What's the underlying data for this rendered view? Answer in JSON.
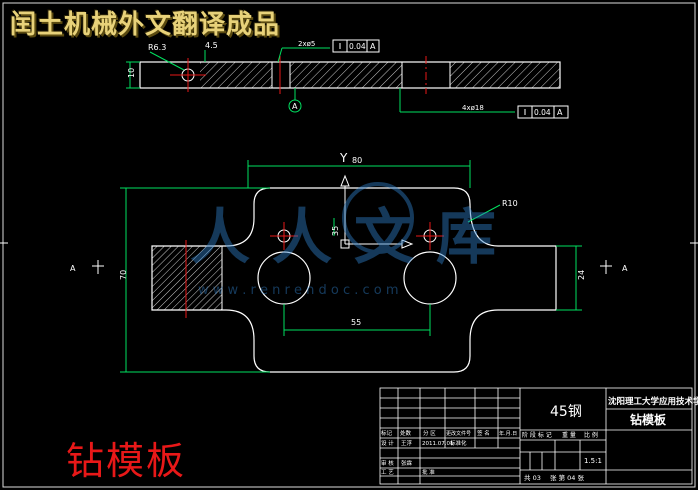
{
  "header_watermark": "闰土机械外文翻译成品",
  "drawing_title_large": "钻模板",
  "center_watermark": {
    "cn": "人人文库",
    "url": "w w w . r e n r e n d o c . c o m"
  },
  "dimensions": {
    "r_small": "R6.3",
    "dim_4_5": "4.5",
    "thickness": "10",
    "dim_2x": "2xø5",
    "tol_top": "0.04",
    "datum_a": "A",
    "dim_4x18": "4xø18",
    "tol_right": "0.04",
    "axis_y": "Y",
    "width_80": "80",
    "r_corner": "R10",
    "dim_35": "35",
    "dim_70": "70",
    "dim_24": "24",
    "dim_55": "55",
    "section_a_left": "A",
    "section_a_right": "A",
    "hole_fit": "ø18"
  },
  "title_block": {
    "material": "45钢",
    "school": "沈阳理工大学应用技术学院",
    "part_name": "钻模板",
    "scale": "1.5:1",
    "sheets_total": "共 03",
    "sheet_no": "张  第 04  张",
    "row_labels": [
      "标记",
      "处数",
      "分 区",
      "更改文件号",
      "签 名",
      "年.月.日"
    ],
    "design_label": "设 计",
    "designer": "王浮",
    "date": "2011.07.01",
    "std_label": "标准化",
    "review_label": "审 核",
    "reviewer": "张霖",
    "process_label": "工 艺",
    "approve_label": "批 准",
    "stage_headers": [
      "阶 段 标 记",
      "重 量",
      "比 例"
    ]
  }
}
